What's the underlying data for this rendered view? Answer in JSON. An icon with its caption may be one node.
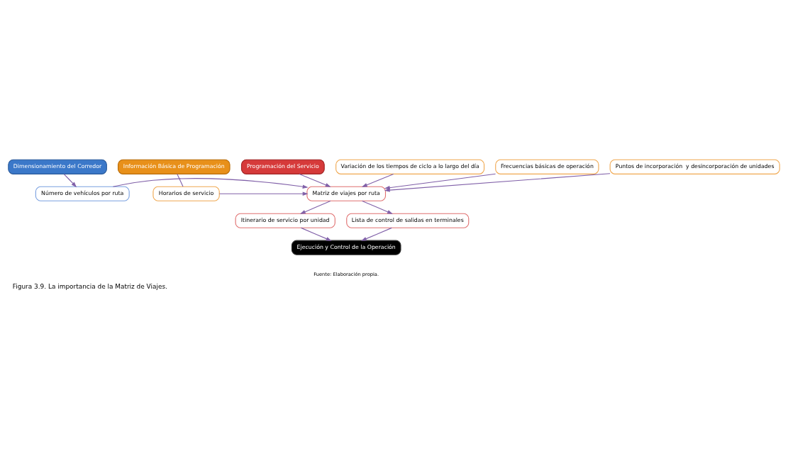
{
  "diagram": {
    "caption": "Figura 3.9. La importancia de la Matriz de Viajes.",
    "nodes": [
      {
        "text": [
          "Dimensionamiento del Corredor"
        ]
      },
      {
        "text": [
          "Número de vehículos por ruta"
        ]
      },
      {
        "text": [
          "Programación del Servicio"
        ]
      },
      {
        "text": [
          "Matriz de viajes por ruta"
        ]
      },
      {
        "text": [
          "Información Básica de Programación"
        ]
      },
      {
        "text": [
          "Horarios de servicio"
        ]
      },
      {
        "text": [
          "Variación de los tiempos de ciclo a lo largo del día"
        ]
      },
      {
        "text": [
          "Frecuencias básicas de operación"
        ]
      },
      {
        "text": [
          "Puntos de incorporación  y desincorporación de unidades"
        ]
      },
      {
        "text": [
          "Itinerario de servicio por unidad"
        ]
      },
      {
        "text": [
          "Lista de control de salidas en terminales"
        ]
      },
      {
        "text": [
          "Ejecución y Control de la Operación"
        ]
      }
    ],
    "edges": [
      {
        "from": 0,
        "to": 1,
        "arrow": "to"
      },
      {
        "from": 2,
        "to": 3,
        "arrow": "to"
      },
      {
        "from": 4,
        "to": 5,
        "arrow": "none"
      },
      {
        "from": 1,
        "to": 3,
        "arrow": "to"
      },
      {
        "from": 5,
        "to": 3,
        "arrow": "to"
      },
      {
        "from": 6,
        "to": 3,
        "arrow": "to"
      },
      {
        "from": 7,
        "to": 3,
        "arrow": "to"
      },
      {
        "from": 8,
        "to": 3,
        "arrow": "to"
      },
      {
        "from": 3,
        "to": 9,
        "arrow": "to"
      },
      {
        "from": 3,
        "to": 10,
        "arrow": "to"
      },
      {
        "from": 9,
        "to": 11,
        "arrow": "to"
      },
      {
        "from": 10,
        "to": 11,
        "arrow": "to"
      }
    ],
    "labels": [
      "Fuente: Elaboración propia."
    ]
  }
}
